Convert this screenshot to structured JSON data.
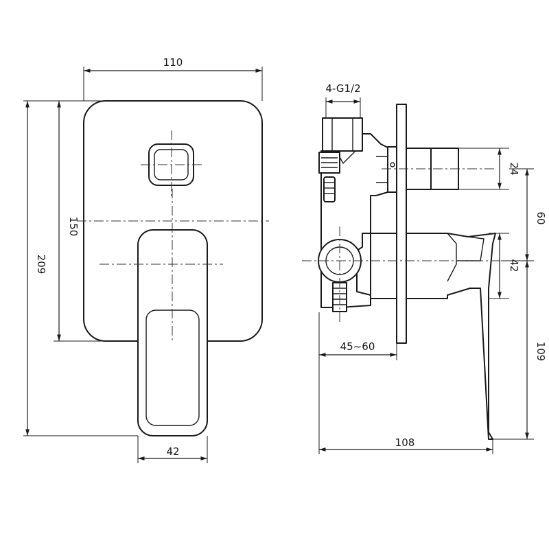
{
  "dimensions": {
    "front_width": "110",
    "front_plate_height": "150",
    "front_total_height": "209",
    "handle_width": "42",
    "thread_spec": "4-G1/2",
    "outlet_size": "24",
    "handle_offset": "60",
    "handle_height": "42",
    "wall_depth": "45~60",
    "total_depth": "108",
    "lever_length": "109"
  },
  "colors": {
    "line": "#1a1a1a",
    "background": "#ffffff"
  }
}
